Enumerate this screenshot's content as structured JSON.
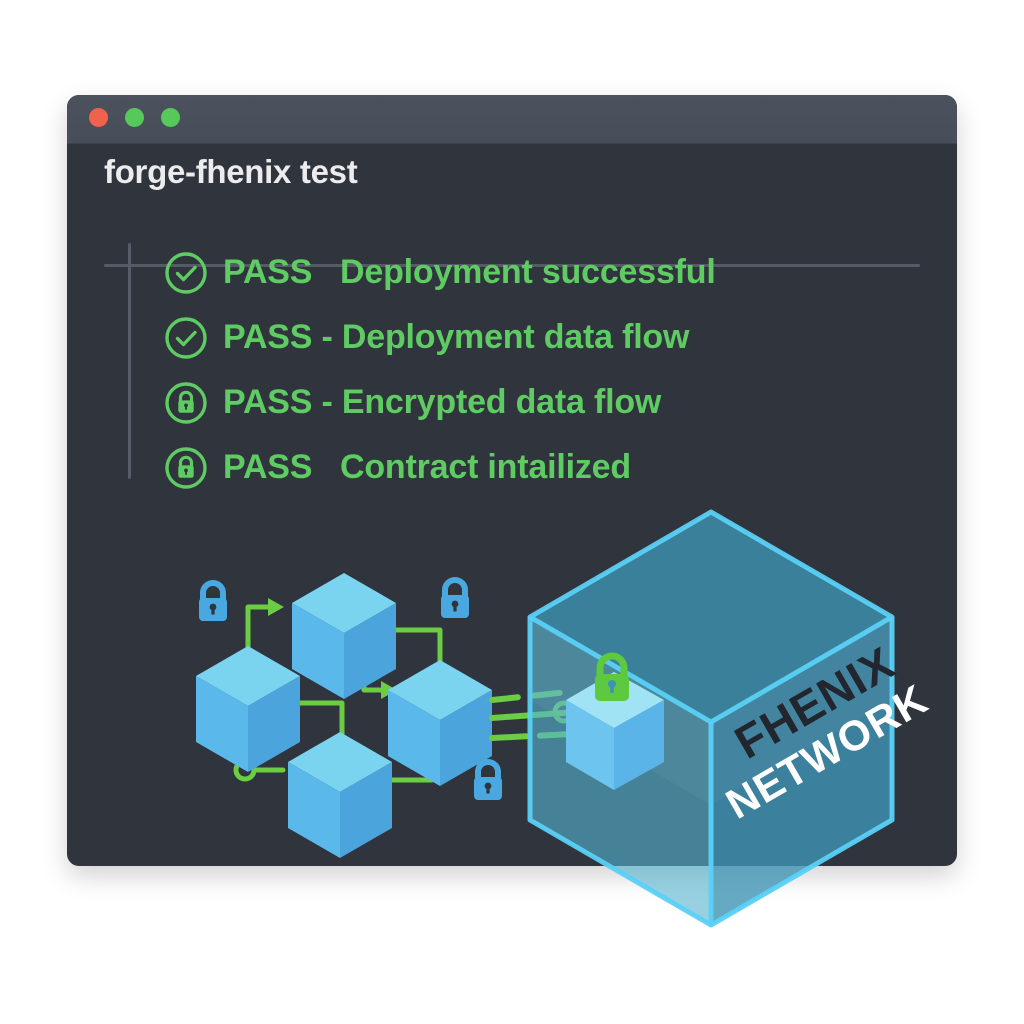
{
  "window": {
    "title": "forge-fhenix test",
    "traffic_lights": [
      {
        "name": "close",
        "color": "#f0624d"
      },
      {
        "name": "minimize",
        "color": "#56c95a"
      },
      {
        "name": "zoom",
        "color": "#56c95a"
      }
    ],
    "colors": {
      "titlebar_bg": "#4a505c",
      "body_bg": "#2f343d",
      "pass_green": "#5fcc63",
      "cube_blue": "#5bb8ea",
      "cube_top": "#7ad4f0",
      "glass_cube": "#3c93b5",
      "glass_edge": "#5ad0f5",
      "lock_blue": "#4aa8e0",
      "lock_green": "#5cc93f",
      "page_bg": "#ffffff"
    }
  },
  "results": [
    {
      "icon": "check-circle-icon",
      "status": "PASS",
      "text": "PASS   Deployment successful"
    },
    {
      "icon": "check-circle-icon",
      "status": "PASS",
      "text": "PASS - Deployment data flow"
    },
    {
      "icon": "lock-circle-icon",
      "status": "PASS",
      "text": "PASS - Encrypted data flow"
    },
    {
      "icon": "lock-circle-icon",
      "status": "PASS",
      "text": "PASS   Contract intailized"
    }
  ],
  "illustration": {
    "network_label_line1": "FHENIX",
    "network_label_line2": "NETWORK",
    "blocks": [
      {
        "name": "block-top"
      },
      {
        "name": "block-left"
      },
      {
        "name": "block-bottom"
      },
      {
        "name": "block-right"
      }
    ],
    "padlocks": [
      {
        "name": "padlock-top-left",
        "color": "blue"
      },
      {
        "name": "padlock-top-right",
        "color": "blue"
      },
      {
        "name": "padlock-bottom-right",
        "color": "blue"
      },
      {
        "name": "padlock-encrypted-block",
        "color": "green"
      }
    ]
  }
}
